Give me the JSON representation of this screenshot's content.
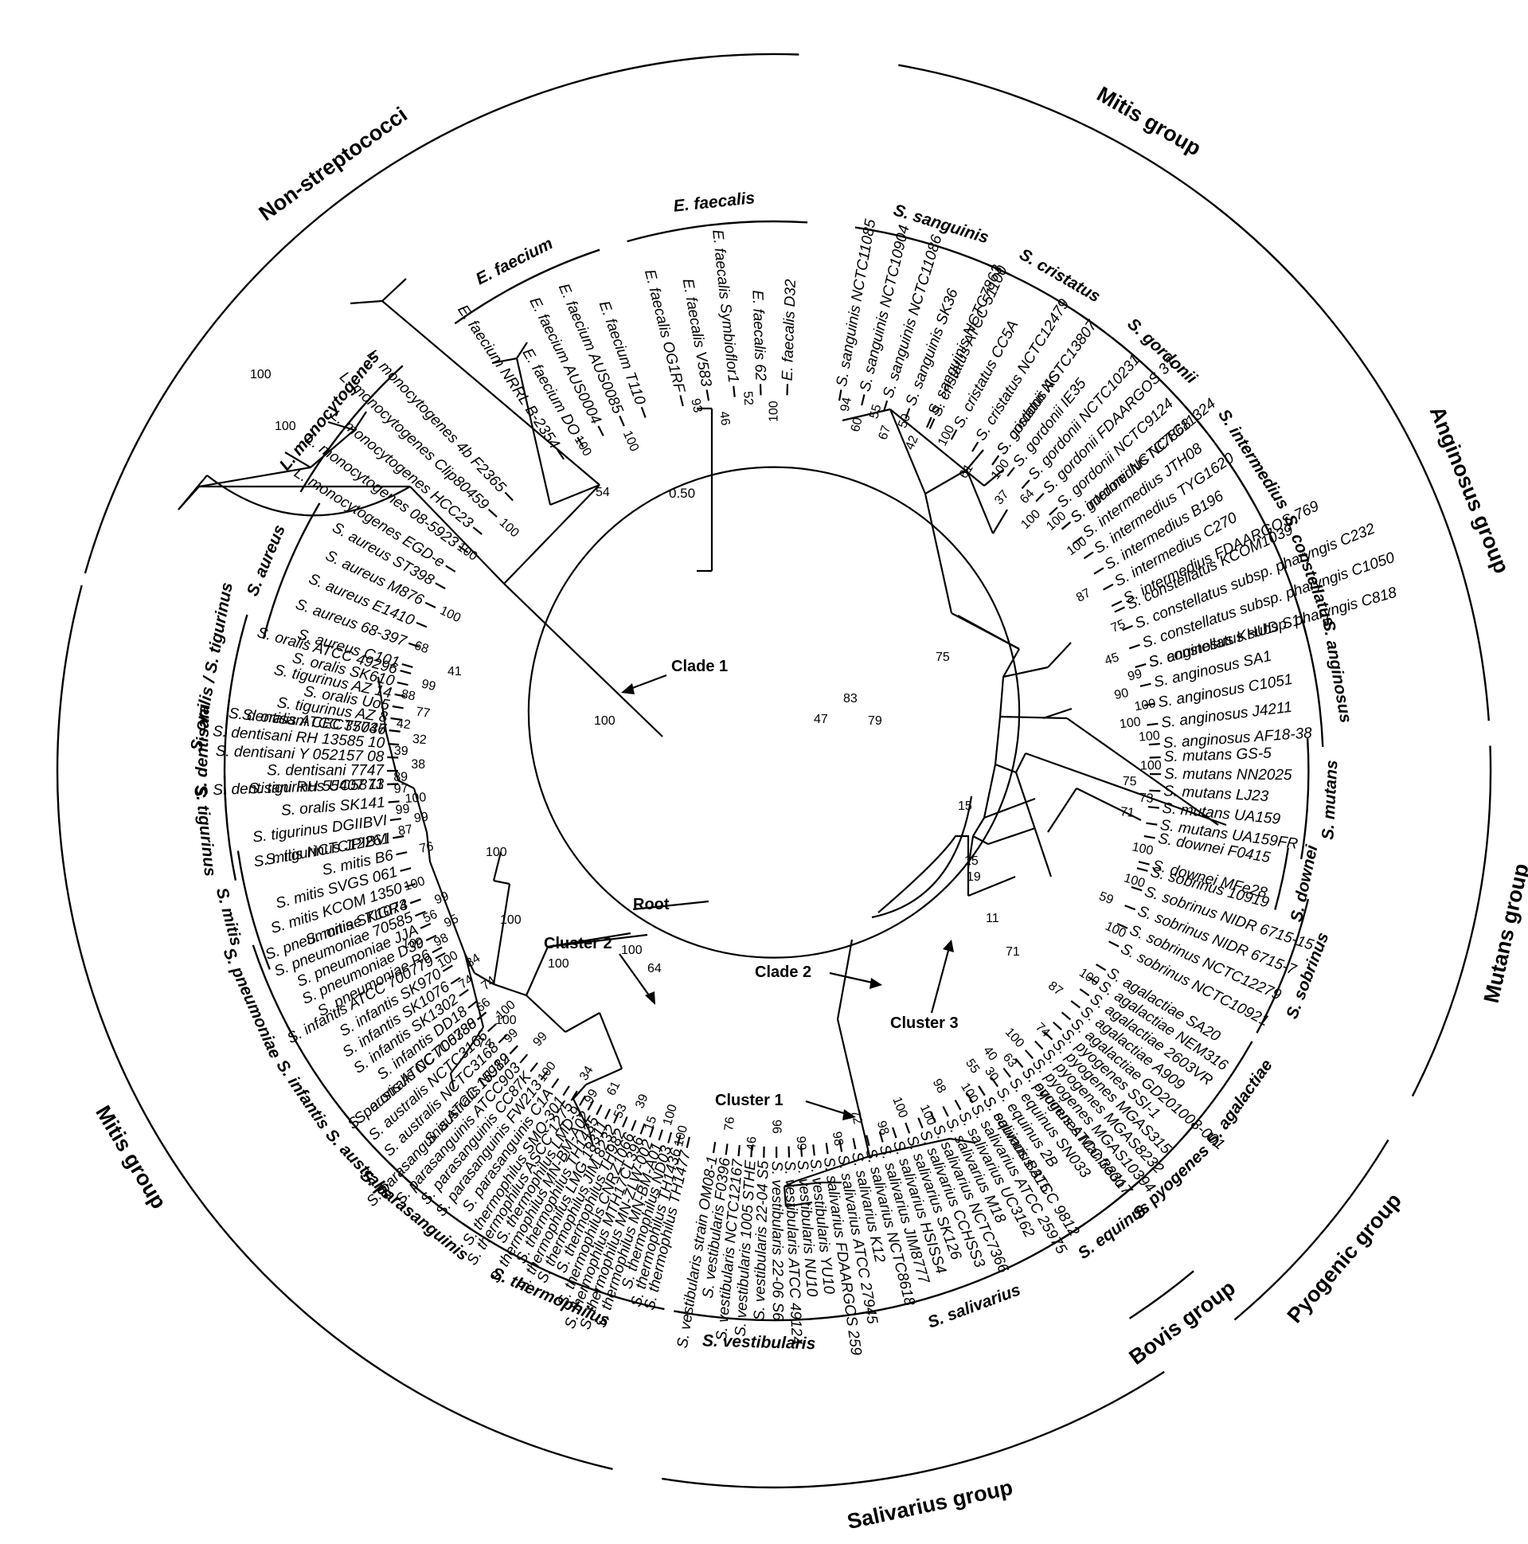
{
  "scale_bar": {
    "label": "0.50"
  },
  "annotations": {
    "root": "Root",
    "clade1": "Clade 1",
    "clade2": "Clade 2",
    "cluster1": "Cluster 1",
    "cluster2": "Cluster 2",
    "cluster3": "Cluster 3"
  },
  "internal_support": [
    "100",
    "54",
    "41",
    "100",
    "100",
    "83",
    "47",
    "79",
    "75",
    "15",
    "19",
    "15",
    "11",
    "64",
    "100",
    "100",
    "100",
    "100",
    "100",
    "100",
    "71",
    "74"
  ],
  "clades": [
    {
      "name": "S. aureus",
      "leaves": [
        "S. aureus C101",
        "S. aureus 68-397",
        "S. aureus E1410",
        "S. aureus M876",
        "S. aureus ST398"
      ],
      "support": [
        "68",
        "100"
      ]
    },
    {
      "name": "L. monocytogenes",
      "leaves": [
        "L. monocytogenes EGD-e",
        "L. monocytogenes 08-5923",
        "L. monocytogenes HCC23",
        "L. monocytogenes Clip80459",
        "L. monocytogenes 4b F2365"
      ],
      "support": [
        "100",
        "100"
      ]
    },
    {
      "name": "E. faecium",
      "leaves": [
        "E. faecium NRRL B-2354",
        "E. faecium DO",
        "E. faecium AUS0004",
        "E. faecium AUS0085",
        "E. faecium T110"
      ],
      "support": [
        "100",
        "100"
      ]
    },
    {
      "name": "E. faecalis",
      "leaves": [
        "E. faecalis OG1RF",
        "E. faecalis V583",
        "E. faecalis Symbioflor1",
        "E. faecalis 62",
        "E. faecalis D32"
      ],
      "support": [
        "93",
        "46",
        "52",
        "100"
      ]
    },
    {
      "name": "S. sanguinis",
      "leaves": [
        "S. sanguinis NCTC11085",
        "S. sanguinis NCTC10904",
        "S. sanguinis NCTC11086",
        "S. sanguinis SK36",
        "S. sanguinis NCTC7863"
      ],
      "support": [
        "94",
        "60",
        "55",
        "67",
        "50",
        "42"
      ]
    },
    {
      "name": "S. cristatus",
      "leaves": [
        "S. cristatus ATCC 51100",
        "S. cristatus CC5A",
        "S. cristatus NCTC12479",
        "S. cristatus AS"
      ],
      "support": [
        "100",
        "61"
      ]
    },
    {
      "name": "S. gordonii",
      "leaves": [
        "S. gordonii NCTC13807",
        "S. gordonii IE35",
        "S. gordonii NCTC10231",
        "S. gordonii FDAARGOS 37",
        "S. gordonii NCTC9124",
        "S. gordonii NCTC7868"
      ],
      "support": [
        "100",
        "37",
        "64",
        "100",
        "100"
      ]
    },
    {
      "name": "S. intermedius",
      "leaves": [
        "S. intermedius NCTC11324",
        "S. intermedius JTH08",
        "S. intermedius TYG1620",
        "S. intermedius B196",
        "S. intermedius C270",
        "S. intermedius FDAARGOS 769"
      ],
      "support": [
        "100",
        "87"
      ]
    },
    {
      "name": "S. constellatus",
      "leaves": [
        "S. constellatus KCOM1039",
        "S. constellatus subsp. pharyngis C232",
        "S. constellatus subsp. pharyngis C1050",
        "S. constellatus subsp. pharyngis C818"
      ],
      "support": [
        "75",
        "45"
      ]
    },
    {
      "name": "S. anginosus",
      "leaves": [
        "S. anginosus KHUD S1",
        "S. anginosus SA1",
        "S. anginosus C1051",
        "S. anginosus J4211",
        "S. anginosus AF18-38"
      ],
      "support": [
        "99",
        "90",
        "100",
        "100",
        "100"
      ]
    },
    {
      "name": "S. mutans",
      "leaves": [
        "S. mutans GS-5",
        "S. mutans NN2025",
        "S. mutans LJ23",
        "S. mutans UA159",
        "S. mutans UA159FR"
      ],
      "support": [
        "100",
        "75",
        "73",
        "71"
      ]
    },
    {
      "name": "S. downei",
      "leaves": [
        "S. downei F0415",
        "S. downei MFe28"
      ],
      "support": [
        "100"
      ]
    },
    {
      "name": "S. sobrinus",
      "leaves": [
        "S. sobrinus 10919",
        "S. sobrinus NIDR 6715-15",
        "S. sobrinus NIDR 6715-7",
        "S. sobrinus NCTC12279",
        "S. sobrinus NCTC10921"
      ],
      "support": [
        "100",
        "59",
        "100"
      ]
    },
    {
      "name": "S. agalactiae",
      "leaves": [
        "S. agalactiae SA20",
        "S. agalactiae NEM316",
        "S. agalactiae 2603VR",
        "S. agalactiae A909",
        "S. agalactiae GD201008-001"
      ],
      "support": [
        "100",
        "87"
      ]
    },
    {
      "name": "S. pyogenes",
      "leaves": [
        "S. pyogenes SSI-1",
        "S. pyogenes MGAS315",
        "S. pyogenes MGAS8232",
        "S. pyogenes MGAS10394",
        "S. pyogenes Manfredo"
      ],
      "support": [
        "74",
        "100"
      ]
    },
    {
      "name": "S. equinus",
      "leaves": [
        "S. equinus ATCC 33317",
        "S. equinus SN033",
        "S. equinus 2B",
        "S. equinus B315"
      ],
      "support": [
        "63",
        "40",
        "30",
        "55"
      ]
    },
    {
      "name": "S. salivarius",
      "leaves": [
        "S. salivarius ATCC 9812",
        "S. salivarius ATCC 25975",
        "S. salivarius UC3162",
        "S. salivarius M18",
        "S. salivarius NCTC7366",
        "S. salivarius CCHSS3",
        "S. salivarius SK126",
        "S. salivarius HSISS4",
        "S. salivarius JIM8777",
        "S. salivarius NCTC8618",
        "S. salivarius K12",
        "S. salivarius ATCC 27945",
        "S. salivarius FDAARGOS 259"
      ],
      "support": [
        "100",
        "98",
        "100",
        "100",
        "98",
        "72",
        "98"
      ]
    },
    {
      "name": "S. vestibularis",
      "leaves": [
        "S. vestibularis YU10",
        "S. vestibularis NU10",
        "S. vestibularis ATCC 49124",
        "S. vestibularis 22-06 S6",
        "S. vestibularis 22-04 S5",
        "S. vestibularis 1005 STHE",
        "S. vestibularis NCTC12167",
        "S. vestibularis F0396",
        "S. vestibularis strain OM08-1"
      ],
      "support": [
        "99",
        "96",
        "46",
        "76"
      ]
    },
    {
      "name": "S. thermophilus",
      "leaves": [
        "S. thermophilus TH1477",
        "S. thermophilus TH1436",
        "S. thermophilus ND03",
        "S. thermophilus MN-BM-A01",
        "S. thermophilus MN-ZLW-002",
        "S. thermophilus MTH17CL396",
        "S. thermophilus CNRZ1066",
        "S. thermophilus TH982",
        "S. thermophilus JIM 8232",
        "S. thermophilus LMG 18311",
        "S. thermophilus TH1435",
        "S. thermophilus MN-BM-A02",
        "S. thermophilus LMD-9",
        "S. thermophilus ASCC 1275",
        "S. thermophilus SMQ-301"
      ],
      "support": [
        "100",
        "100",
        "15",
        "39",
        "53",
        "61",
        "99",
        "34"
      ]
    },
    {
      "name": "S. parasanguinis",
      "leaves": [
        "S. parasanguinis C1A",
        "S. parasanguinis FW213",
        "S. parasanguinis CC87K",
        "S. parasanguinis ATCC903",
        "S. parasanguinis ATCC 15912"
      ],
      "support": [
        "100",
        "99"
      ]
    },
    {
      "name": "S. australis",
      "leaves": [
        "S. australis NU89",
        "S. australis NCTC3168",
        "S. australis NCTC3166",
        "S. australis NCTC5338"
      ],
      "support": [
        "99",
        "100"
      ]
    },
    {
      "name": "S. infantis",
      "leaves": [
        "S. peroris ATCC 700780",
        "S. infantis DD18",
        "S. infantis SK1302",
        "S. infantis SK1076",
        "S. infantis SK970",
        "S. infantis ATCC 700779"
      ],
      "support": [
        "66",
        "74",
        "74",
        "84",
        "100"
      ]
    },
    {
      "name": "S. pneumoniae",
      "leaves": [
        "S. pneumoniae R6",
        "S. pneumoniae D39",
        "S. pneumoniae JJA",
        "S. pneumoniae 70585",
        "S. pneumoniae TIGR4"
      ],
      "support": [
        "98",
        "95",
        "56",
        "99"
      ]
    },
    {
      "name": "S. mitis",
      "leaves": [
        "S. mitis SK1073",
        "S. mitis KCOM 1350",
        "S. mitis SVGS 061",
        "S. mitis B6",
        "S. mitis NCTC12261"
      ],
      "support": [
        "100",
        "76"
      ]
    },
    {
      "name": "S. tigurinus",
      "leaves": [
        "S. tigurinus JPIBVI",
        "S. tigurinus DGIIBVI",
        "S. oralis SK141",
        "S. tigurinus UC5873"
      ],
      "support": [
        "87",
        "99",
        "99",
        "100",
        "97"
      ]
    },
    {
      "name": "S. dentisani",
      "leaves": [
        "S. dentisani RH 55407 11",
        "S. dentisani 7747",
        "S. dentisani Y 052157 08",
        "S. dentisani RH 13585 10",
        "S. dentisani CECT7746"
      ],
      "support": [
        "89",
        "38",
        "39",
        "32"
      ]
    },
    {
      "name": "S. oralis / S. tigurinus",
      "leaves": [
        "S. oralis ATCC 35037",
        "S. tigurinus AZ 8",
        "S. oralis Uo5",
        "S. tigurinus AZ 14",
        "S. oralis SK610",
        "S. oralis ATCC 49296"
      ],
      "support": [
        "42",
        "77",
        "88",
        "99"
      ]
    }
  ],
  "groups": [
    {
      "name": "Non-streptococci"
    },
    {
      "name": "Mitis group"
    },
    {
      "name": "Anginosus group"
    },
    {
      "name": "Mutans group"
    },
    {
      "name": "Pyogenic group"
    },
    {
      "name": "Bovis group"
    },
    {
      "name": "Salivarius group"
    },
    {
      "name": "Mitis group"
    }
  ]
}
